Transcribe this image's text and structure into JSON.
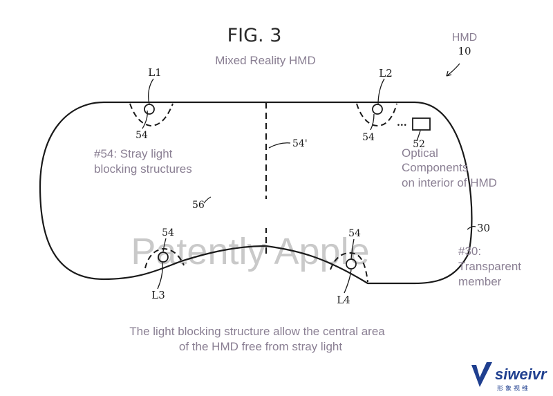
{
  "figure": {
    "title": "FIG. 3",
    "subtitle": "Mixed Reality HMD",
    "hmd_label": "HMD",
    "hmd_ref": "10"
  },
  "labels": {
    "l1": "L1",
    "l2": "L2",
    "l3": "L3",
    "l4": "L4",
    "ref_54_tl": "54",
    "ref_54_tr": "54",
    "ref_54_bl": "54",
    "ref_54_br": "54",
    "ref_54p": "54'",
    "ref_56": "56",
    "ref_52": "52",
    "ref_30": "30",
    "ellipsis": "..."
  },
  "annotations": {
    "stray_light_line1": "#54: Stray light",
    "stray_light_line2": "blocking structures",
    "optical_line1": "Optical",
    "optical_line2": "Components",
    "optical_line3": "on interior of HMD",
    "transparent_line1": "#30:",
    "transparent_line2": "Transparent",
    "transparent_line3": "member",
    "caption_line1": "The light blocking structure allow the central area",
    "caption_line2": "of the HMD free from stray light"
  },
  "watermark": {
    "text": "Patently Apple",
    "logo_text": "siweivr",
    "logo_subtext": "形象视维"
  },
  "colors": {
    "ink": "#1a1a1a",
    "annotation": "#8a7f93",
    "watermark": "#c9c9c9",
    "logo_blue": "#1f3f8f"
  }
}
